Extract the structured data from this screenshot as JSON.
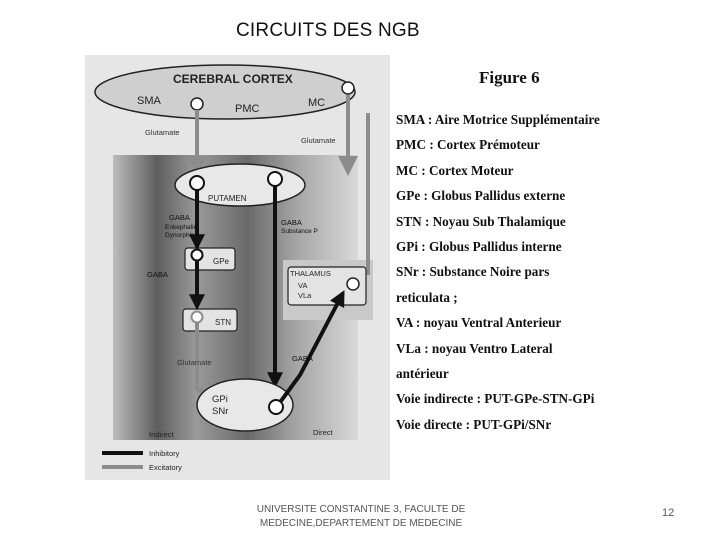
{
  "slide": {
    "title": "CIRCUITS DES NGB",
    "footer": "UNIVERSITE CONSTANTINE 3, FACULTE DE MEDECINE,DEPARTEMENT DE MEDECINE",
    "page_number": "12"
  },
  "figure": {
    "label": "Figure 6",
    "cortex": {
      "title": "CEREBRAL CORTEX",
      "sma": "SMA",
      "pmc": "PMC",
      "mc": "MC"
    },
    "putamen": "PUTAMEN",
    "gpe": "GPe",
    "stn": "STN",
    "thalamus": {
      "title": "THALAMUS",
      "va": "VA",
      "vla": "VLa"
    },
    "gpi_snr": {
      "line1": "GPi",
      "line2": "SNr"
    },
    "labels": {
      "glutamate_left": "Glutamate",
      "glutamate_right": "Glutamate",
      "gaba_indirect": "GABA",
      "enkephalin": "Enkephalin",
      "dynorphin": "Dynorphin",
      "gaba_direct": "GABA",
      "substance_p": "Substance P",
      "gaba_gpe": "GABA",
      "glutamate_stn": "Glutamate",
      "gaba_output": "GABA",
      "indirect": "Indirect",
      "direct": "Direct"
    },
    "key": {
      "inhibitory": "Inhibitory",
      "excitatory": "Excitatory"
    },
    "colors": {
      "inhibitory": "#111111",
      "excitatory": "#8c8c8c"
    }
  },
  "legend": [
    "SMA : Aire Motrice Supplémentaire",
    "PMC : Cortex Prémoteur",
    "MC : Cortex Moteur",
    "GPe : Globus Pallidus externe",
    "STN : Noyau Sub Thalamique",
    "GPi : Globus Pallidus interne",
    "SNr : Substance Noire pars",
    "reticulata ;",
    "VA : noyau Ventral Anterieur",
    "VLa : noyau Ventro Lateral",
    "antérieur",
    "Voie indirecte : PUT-GPe-STN-GPi",
    "Voie directe : PUT-GPi/SNr"
  ]
}
